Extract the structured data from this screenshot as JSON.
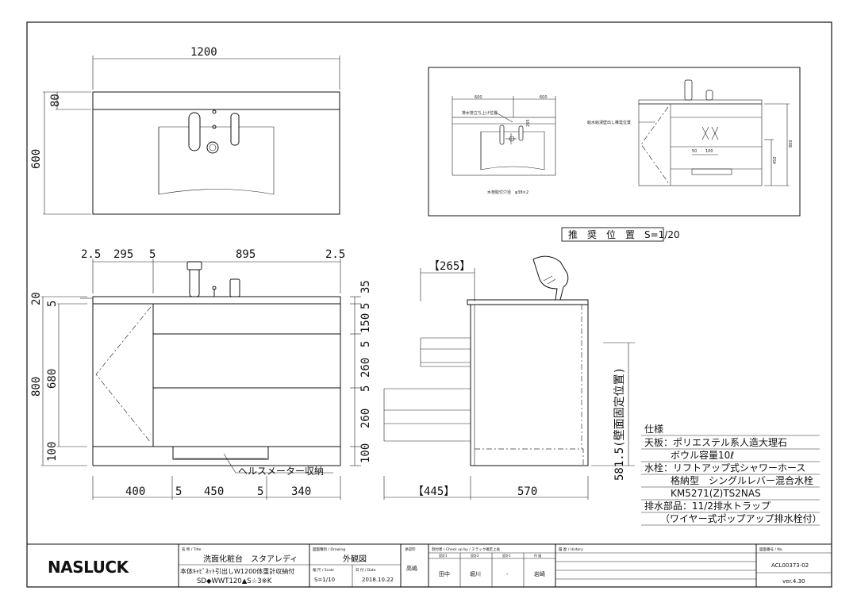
{
  "top_view": {
    "width": "1200",
    "height": "600",
    "top": "80"
  },
  "front_view": {
    "w_a": "2.5",
    "w_b": "295",
    "w_c": "5",
    "w_d": "895",
    "w_e": "2.5",
    "b_400": "400",
    "b_5a": "5",
    "b_450": "450",
    "b_5b": "5",
    "b_340": "340",
    "h_800": "800",
    "h_680": "680",
    "h_20": "20",
    "h_5": "5",
    "h_100": "100",
    "r_35": "35",
    "r_5a": "5",
    "r_150": "150",
    "r_5b": "5",
    "r_260a": "260",
    "r_5c": "5",
    "r_260b": "260",
    "r_100": "100",
    "callout": "ヘルスメーター収納"
  },
  "side_view": {
    "top": "【265】",
    "bottom_left": "【445】",
    "bottom_right": "570",
    "vertical": "581.5(壁面固定位置)"
  },
  "inset": {
    "label": "推　奨　位　置　S=1/20",
    "d600a": "600",
    "d600b": "600",
    "note1": "排水管立ち上げ位置",
    "note2": "給水給湯壁出し推奨位置",
    "note3": "水栓取付穴径　φ38×2",
    "d50": "50",
    "d100": "100",
    "d450": "450",
    "d800": "800",
    "d265": "265"
  },
  "spec": {
    "heading": "仕様",
    "l1": "天板：ポリエステル系人造大理石",
    "l2": "ボウル容量10ℓ",
    "l3": "水栓：リフトアップ式シャワーホース",
    "l4": "格納型　シングルレバー混合水栓",
    "l5": "KM5271(Z)TS2NAS",
    "l6": "排水部品：11/2排水トラップ",
    "l7": "（ワイヤー式ポップアップ排水栓付）"
  },
  "title_block": {
    "logo": "NASLUCK",
    "title_label": "名 称 / Title",
    "title1": "洗面化粧台　スタアレディ",
    "title2": "本体ｷｬﾋﾞﾈｯﾄ引出しW1200体重計収納付",
    "title3": "SD◆WWT120▲S☆3※K",
    "drawing_label": "図面種別 / Drawing",
    "drawing": "外観図",
    "scale_label": "縮 尺 / Scale",
    "scale": "S=1/10",
    "date_label": "日 付 / Date",
    "date": "2018.10.22",
    "maker_label": "承認印",
    "maker": "高嶋",
    "check_label": "割付者 / Check up by / スラック確定上長",
    "c1_label": "設計1",
    "c2_label": "設計2",
    "c3_label": "設計1",
    "c4_label": "作 図",
    "c1": "田中",
    "c2": "堀川",
    "c3": "-",
    "c4": "岩崎",
    "history_label": "履 歴 / History",
    "no_label": "図面番号 / No.",
    "no": "ACL00373-02",
    "ver": "ver.4.30"
  }
}
